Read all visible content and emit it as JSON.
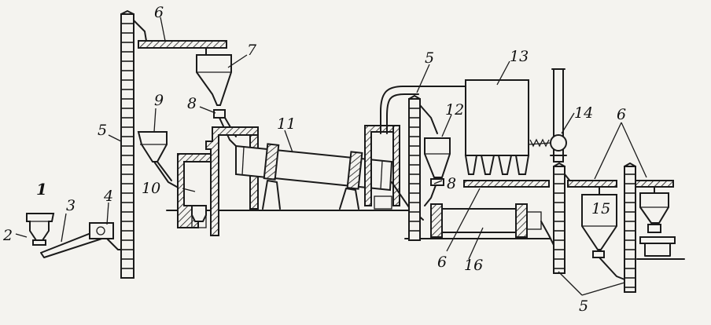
{
  "labels": {
    "l1": "1",
    "l2": "2",
    "l3": "3",
    "l4": "4",
    "l5a": "5",
    "l5b": "5",
    "l5c": "5",
    "l6a": "6",
    "l6b": "6",
    "l6c": "6",
    "l7": "7",
    "l8a": "8",
    "l8b": "8",
    "l9": "9",
    "l10": "10",
    "l11": "11",
    "l12": "12",
    "l13": "13",
    "l14": "14",
    "l15": "15",
    "l16": "16"
  }
}
